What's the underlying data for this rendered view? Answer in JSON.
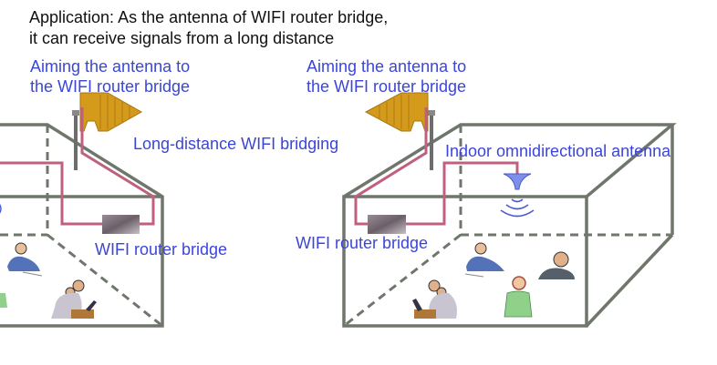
{
  "title": {
    "line1": "Application: As the antenna of WIFI router bridge,",
    "line2": "it can receive signals from a long distance"
  },
  "left_site": {
    "aim_label_line1": "Aiming the antenna to",
    "aim_label_line2": "the WIFI router bridge",
    "router_label": "WIFI router bridge"
  },
  "link_label": "Long-distance WIFI bridging",
  "right_site": {
    "aim_label_line1": "Aiming the antenna to",
    "aim_label_line2": "the WIFI router bridge",
    "router_label": "WIFI router bridge",
    "indoor_antenna_label": "Indoor omnidirectional antenna"
  },
  "colors": {
    "label": "#3b46d8",
    "cable": "#c0607f",
    "wall": "#6f776c",
    "antenna": "#d39a1c"
  }
}
